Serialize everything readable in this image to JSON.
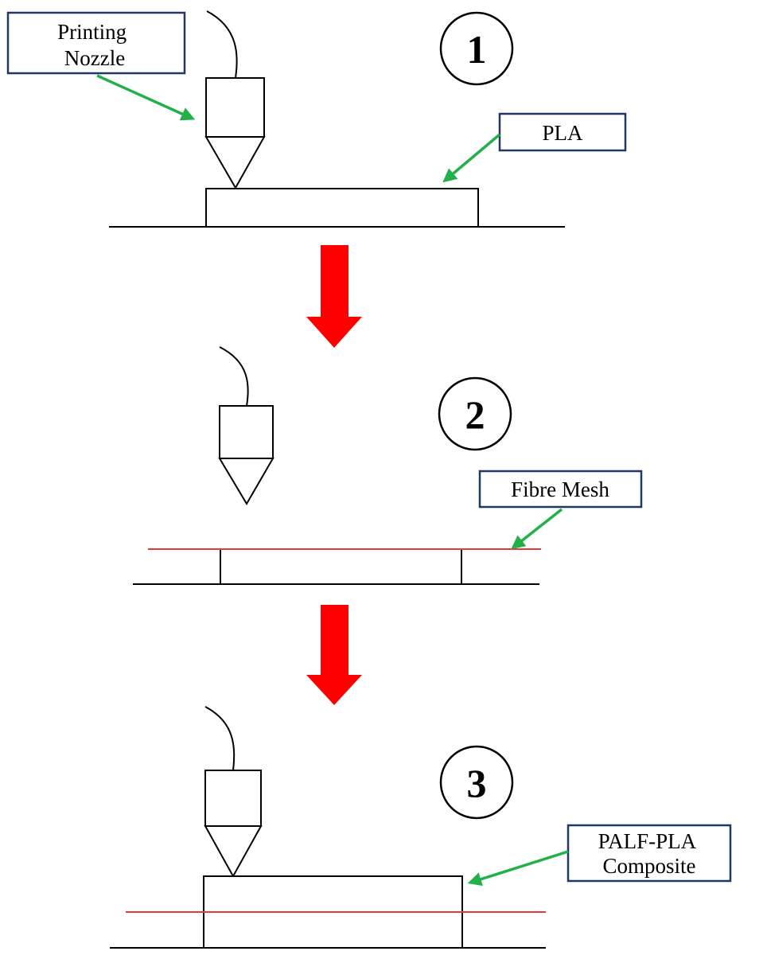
{
  "steps": [
    {
      "number": "1"
    },
    {
      "number": "2"
    },
    {
      "number": "3"
    }
  ],
  "labels": {
    "printing_nozzle": [
      "Printing",
      "Nozzle"
    ],
    "pla": "PLA",
    "fibre_mesh": "Fibre Mesh",
    "composite": [
      "PALF-PLA",
      "Composite"
    ]
  },
  "colors": {
    "flow_arrow": "#ff0000",
    "pointer_arrow": "#22b04b",
    "fibre_mesh_line": "#e53935",
    "label_border": "#1f3864"
  }
}
